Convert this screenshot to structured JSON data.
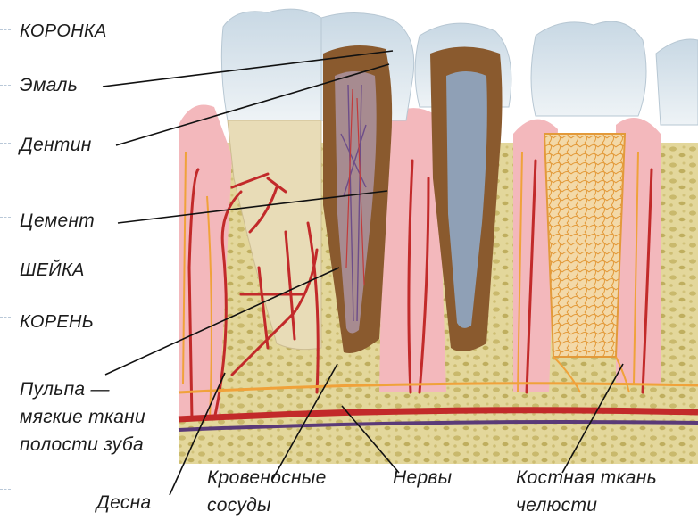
{
  "labels": {
    "crown": "КОРОНКА",
    "enamel": "Эмаль",
    "dentin": "Дентин",
    "cement": "Цемент",
    "neck": "ШЕЙКА",
    "root": "КОРЕНЬ",
    "pulp_1": "Пульпа —",
    "pulp_2": "мягкие ткани",
    "pulp_3": "полости зуба",
    "gum": "Десна",
    "vessels_1": "Кровеносные",
    "vessels_2": "сосуды",
    "nerves": "Нервы",
    "bone_1": "Костная ткань",
    "bone_2": "челюсти"
  },
  "colors": {
    "enamel": "#dfe9f0",
    "dentin": "#8a5a2e",
    "pulp": "#a98a8e",
    "gum": "#f2b8bd",
    "bone": "#dccf8f",
    "artery": "#c22a2a",
    "vein": "#5a3a78",
    "nerve": "#f0a23a"
  }
}
